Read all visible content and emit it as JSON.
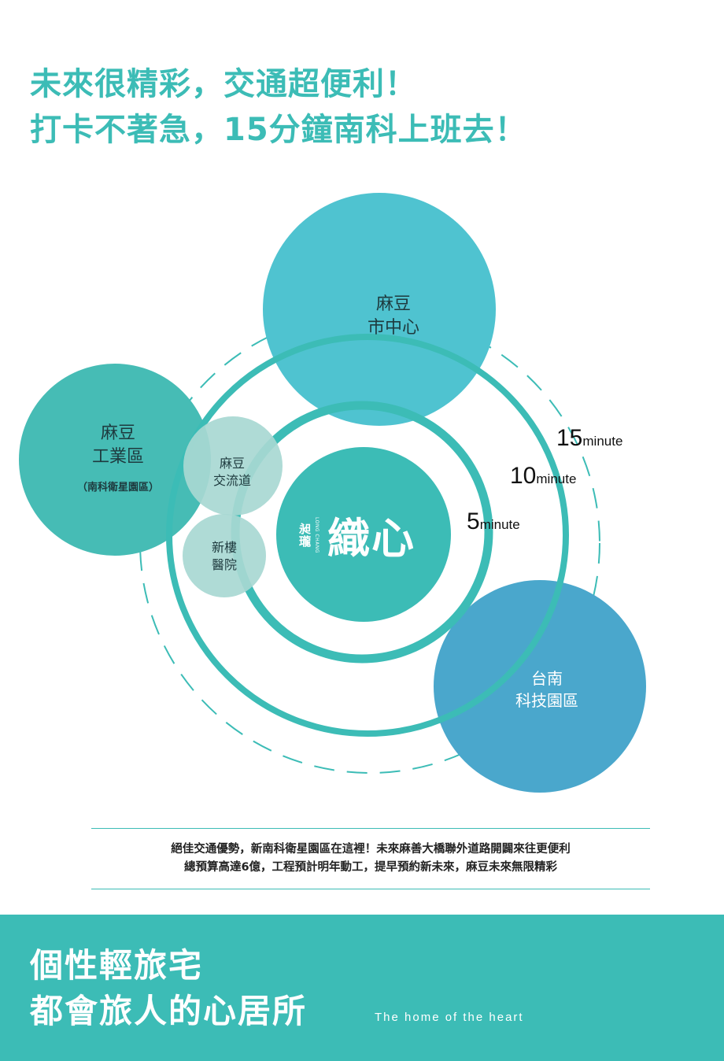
{
  "headline": {
    "line1": "未來很精彩，交通超便利！",
    "line2": "打卡不著急，15分鐘南科上班去！"
  },
  "diagram": {
    "center": {
      "brand_cn": [
        "昶",
        "瓏"
      ],
      "brand_latin": "LONG CHANG",
      "title": "織心"
    },
    "destinations": {
      "city_center": [
        "麻豆",
        "市中心"
      ],
      "industrial": {
        "lines": [
          "麻豆",
          "工業區"
        ],
        "sub": "（南科衛星園區）"
      },
      "interchange": [
        "麻豆",
        "交流道"
      ],
      "hospital": [
        "新樓",
        "醫院"
      ],
      "tech_park": [
        "台南",
        "科技園區"
      ]
    },
    "rings": [
      {
        "num": "15",
        "unit": "minute"
      },
      {
        "num": "10",
        "unit": "minute"
      },
      {
        "num": "5",
        "unit": "minute"
      }
    ],
    "colors": {
      "teal": "#3cbcb6",
      "cyan": "#4fc3d0",
      "blue": "#4aa7cc",
      "pale": "#a8d8d2"
    }
  },
  "description": {
    "line1": "絕佳交通優勢，新南科衛星園區在這裡！未來麻善大橋聯外道路開闢來往更便利",
    "line2": "總預算高達6億，工程預計明年動工，提早預約新未來，麻豆未來無限精彩"
  },
  "footer": {
    "title_line1": "個性輕旅宅",
    "title_line2": "都會旅人的心居所",
    "tagline": "The home of the heart"
  }
}
